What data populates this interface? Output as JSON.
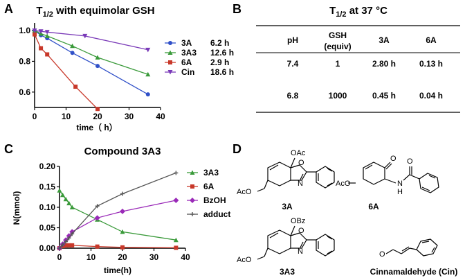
{
  "panels": {
    "A": "A",
    "B": "B",
    "C": "C",
    "D": "D"
  },
  "chart_data": [
    {
      "type": "line",
      "title_pre": "T",
      "title_sub": "1/2",
      "title_post": " with equimolar GSH",
      "xlabel": "time（ h）",
      "ylabel": "",
      "xlim": [
        0,
        40
      ],
      "ylim": [
        0.5,
        1.05
      ],
      "xticks": [
        "0",
        "10",
        "20",
        "30",
        "40"
      ],
      "yticks": [
        "0.6",
        "0.8",
        "1.0"
      ],
      "legend_position": "right",
      "series": [
        {
          "name": "3A",
          "t_half": "6.2  h",
          "color": "#3050c8",
          "marker": "circle",
          "x": [
            0,
            2,
            4,
            12,
            20,
            36
          ],
          "y": [
            1.0,
            0.97,
            0.95,
            0.855,
            0.77,
            0.585
          ]
        },
        {
          "name": "3A3",
          "t_half": "12.6 h",
          "color": "#3a9a3a",
          "marker": "triangle",
          "x": [
            0,
            2,
            4,
            12,
            20,
            36
          ],
          "y": [
            1.0,
            0.98,
            0.965,
            0.9,
            0.825,
            0.715
          ]
        },
        {
          "name": "6A",
          "t_half": "2.9  h",
          "color": "#c8382a",
          "marker": "square",
          "x": [
            0,
            2,
            4,
            13,
            20
          ],
          "y": [
            0.975,
            0.885,
            0.845,
            0.635,
            0.49
          ]
        },
        {
          "name": "Cin",
          "t_half": "18.6 h",
          "color": "#7a3ab8",
          "marker": "triangle-down",
          "x": [
            0,
            2,
            4,
            16,
            36
          ],
          "y": [
            1.0,
            0.995,
            0.99,
            0.965,
            0.875
          ]
        }
      ]
    },
    {
      "type": "table",
      "title_pre": "T",
      "title_sub": "1/2",
      "title_post": " at 37 °C",
      "header": [
        "pH",
        "GSH",
        "3A",
        "6A"
      ],
      "header_sub": [
        "",
        "(equiv)",
        "",
        ""
      ],
      "rows": [
        [
          "7.4",
          "1",
          "2.80 h",
          "0.13 h"
        ],
        [
          "6.8",
          "1000",
          "0.45 h",
          "0.04 h"
        ]
      ]
    },
    {
      "type": "line",
      "title": "Compound 3A3",
      "xlabel": "time(h)",
      "ylabel": "N(mmol)",
      "xlim": [
        0,
        40
      ],
      "ylim": [
        0,
        0.2
      ],
      "xticks": [
        "0",
        "10",
        "20",
        "30",
        "40"
      ],
      "yticks": [
        "0.00",
        "0.05",
        "0.10",
        "0.15",
        "0.20"
      ],
      "legend_position": "right",
      "series": [
        {
          "name": "3A3",
          "color": "#3a9a3a",
          "marker": "triangle",
          "x": [
            0,
            1,
            2,
            3,
            4,
            12,
            20,
            37
          ],
          "y": [
            0.141,
            0.13,
            0.12,
            0.11,
            0.1,
            0.07,
            0.04,
            0.02
          ]
        },
        {
          "name": "6A",
          "color": "#c8382a",
          "marker": "square",
          "x": [
            0,
            1,
            2,
            3,
            4,
            12,
            20,
            37
          ],
          "y": [
            0.0,
            0.005,
            0.007,
            0.007,
            0.007,
            0.004,
            0.002,
            0.001
          ]
        },
        {
          "name": "BzOH",
          "color": "#9a2ab8",
          "marker": "diamond",
          "x": [
            0,
            1,
            2,
            3,
            4,
            12,
            20,
            37
          ],
          "y": [
            0.0,
            0.01,
            0.02,
            0.03,
            0.04,
            0.074,
            0.09,
            0.117
          ]
        },
        {
          "name": "adduct",
          "color": "#555555",
          "marker": "plus",
          "x": [
            0,
            1,
            2,
            3,
            4,
            12,
            20,
            37
          ],
          "y": [
            0.0,
            0.008,
            0.016,
            0.025,
            0.035,
            0.103,
            0.133,
            0.184
          ]
        }
      ]
    }
  ],
  "structures": {
    "oac": "OAc",
    "obz": "OBz",
    "aco1": "AcO",
    "aco2": "AcO",
    "aco3": "AcO",
    "o": "O",
    "n": "N",
    "nh": "N",
    "h": "H",
    "label_3a": "3A",
    "label_6a": "6A",
    "label_3a3": "3A3",
    "label_cin": "Cinnamaldehyde (Cin)"
  }
}
